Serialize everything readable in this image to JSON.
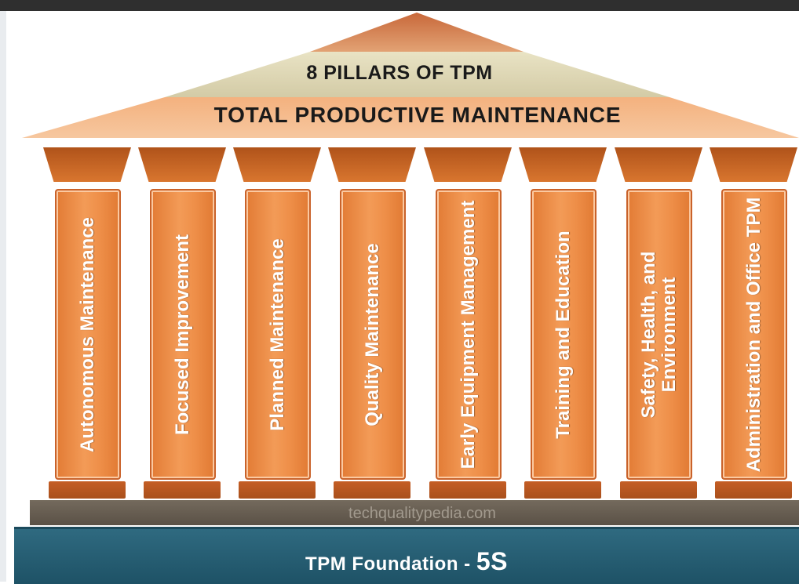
{
  "roof": {
    "title": "8 PILLARS OF TPM",
    "subtitle": "TOTAL PRODUCTIVE MAINTENANCE"
  },
  "pillars": [
    {
      "label": "Autonomous Maintenance"
    },
    {
      "label": "Focused Improvement"
    },
    {
      "label": "Planned Maintenance"
    },
    {
      "label": "Quality Maintenance"
    },
    {
      "label": "Early Equipment Management"
    },
    {
      "label": "Training and Education"
    },
    {
      "label": "Safety, Health, and Environment"
    },
    {
      "label": "Administration and Office TPM"
    }
  ],
  "watermark": "techqualitypedia.com",
  "foundation": {
    "label": "TPM Foundation - ",
    "highlight": "5S"
  },
  "colors": {
    "pillar": "#ee8e48",
    "cap": "#c4611f",
    "foundation": "#245c72",
    "platform": "#62594d"
  }
}
